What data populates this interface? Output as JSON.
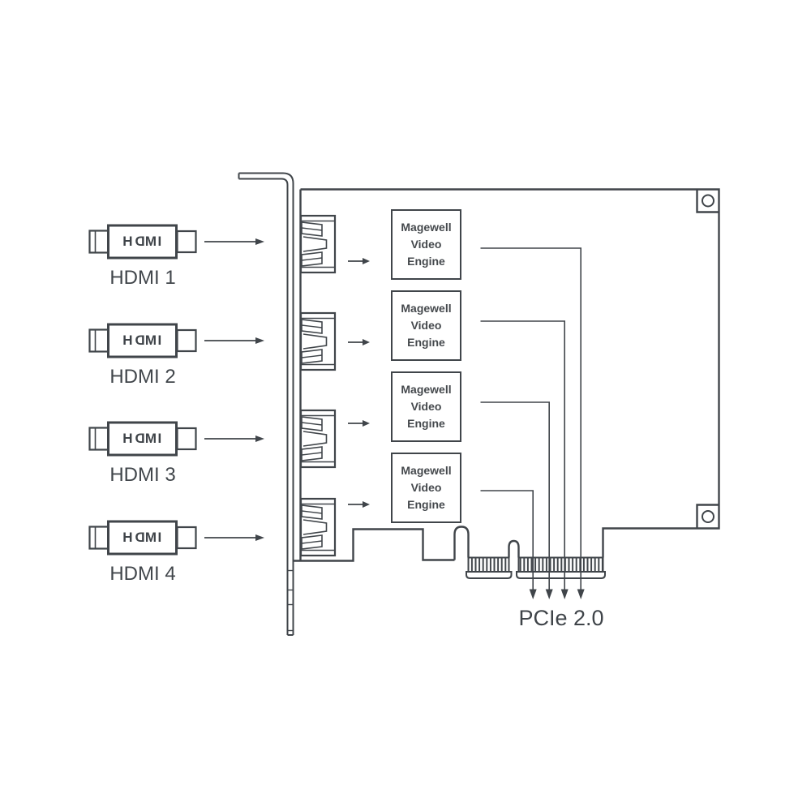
{
  "colors": {
    "stroke": "#40454a",
    "text": "#404549",
    "background": "#ffffff"
  },
  "inputs": [
    {
      "connector_logo": "HDMI",
      "label": "HDMI 1"
    },
    {
      "connector_logo": "HDMI",
      "label": "HDMI 2"
    },
    {
      "connector_logo": "HDMI",
      "label": "HDMI 3"
    },
    {
      "connector_logo": "HDMI",
      "label": "HDMI 4"
    }
  ],
  "card": {
    "engines": [
      {
        "lines": [
          "Magewell",
          "Video",
          "Engine"
        ]
      },
      {
        "lines": [
          "Magewell",
          "Video",
          "Engine"
        ]
      },
      {
        "lines": [
          "Magewell",
          "Video",
          "Engine"
        ]
      },
      {
        "lines": [
          "Magewell",
          "Video",
          "Engine"
        ]
      }
    ],
    "mounting_holes": 2,
    "hdmi_ports": 4
  },
  "bus": {
    "label": "PCIe 2.0"
  },
  "icons": {
    "hdmi_cable": "hdmi-cable-icon",
    "hdmi_port": "hdmi-port-icon",
    "arrow_right": "arrow-right-icon",
    "arrow_down": "arrow-down-icon",
    "mounting_hole": "mounting-hole-icon",
    "pcie_edge_connector": "pcie-edge-connector-icon",
    "bracket": "pci-bracket-icon"
  }
}
